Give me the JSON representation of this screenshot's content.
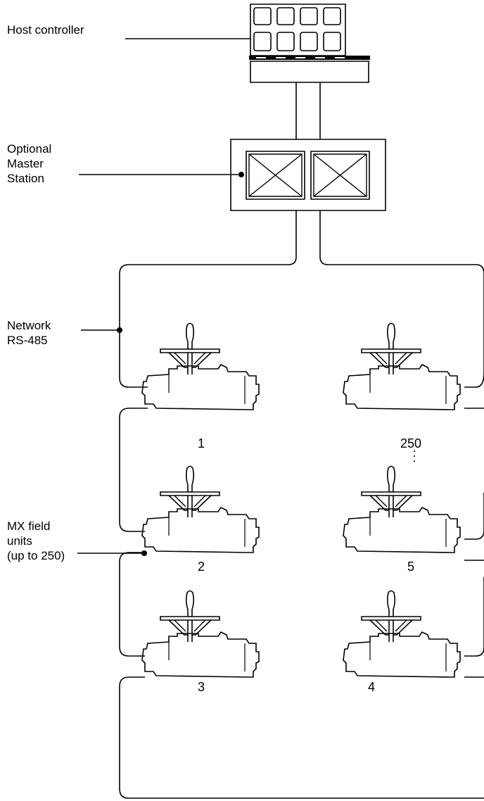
{
  "labels": {
    "host_controller": "Host controller",
    "master_station_line1": "Optional",
    "master_station_line2": "Master",
    "master_station_line3": "Station",
    "network_line1": "Network",
    "network_line2": "RS-485",
    "field_units_line1": "MX field",
    "field_units_line2": "units",
    "field_units_line3": "(up to 250)"
  },
  "units": {
    "unit_1": "1",
    "unit_2": "2",
    "unit_3": "3",
    "unit_4": "4",
    "unit_5": "5",
    "unit_250": "250"
  },
  "colors": {
    "stroke": "#000000",
    "background": "#ffffff"
  }
}
